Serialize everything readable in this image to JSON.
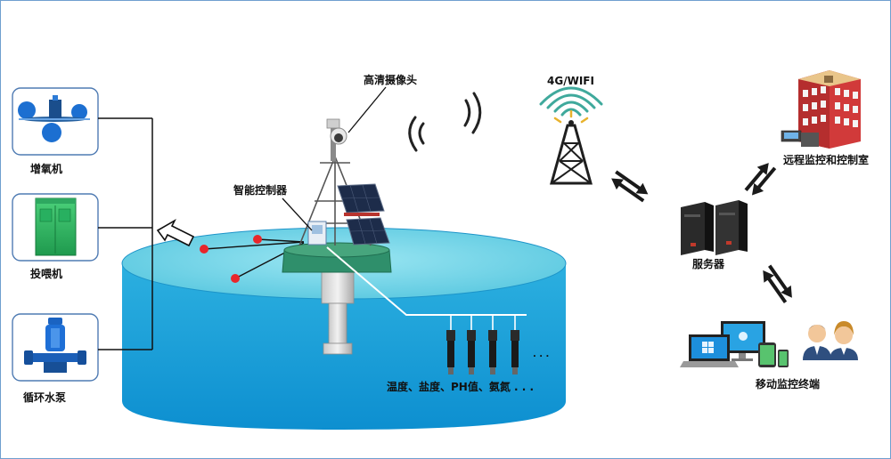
{
  "labels": {
    "aerator": "增氧机",
    "feeder": "投喂机",
    "pump": "循环水泵",
    "camera": "高清摄像头",
    "controller": "智能控制器",
    "network": "4G/WIFI",
    "control_room": "远程监控和控制室",
    "server": "服务器",
    "mobile": "移动监控终端",
    "sensors": "温度、盐度、PH值、氨氮 . . .",
    "more_dots": ". . ."
  },
  "icons": {
    "aerator": "aerator-icon",
    "feeder": "feeder-cabinet-icon",
    "pump": "water-pump-icon",
    "camera": "camera-icon",
    "tower": "signal-tower-icon",
    "building": "building-icon",
    "server": "server-icon",
    "devices": "devices-icon",
    "users": "users-icon"
  },
  "colors": {
    "water_top": "#6fd3e8",
    "water_body": "#1aa1d8",
    "panel_border": "#4f7bb3",
    "sensor_dot": "#e8262b",
    "line": "#111111"
  }
}
